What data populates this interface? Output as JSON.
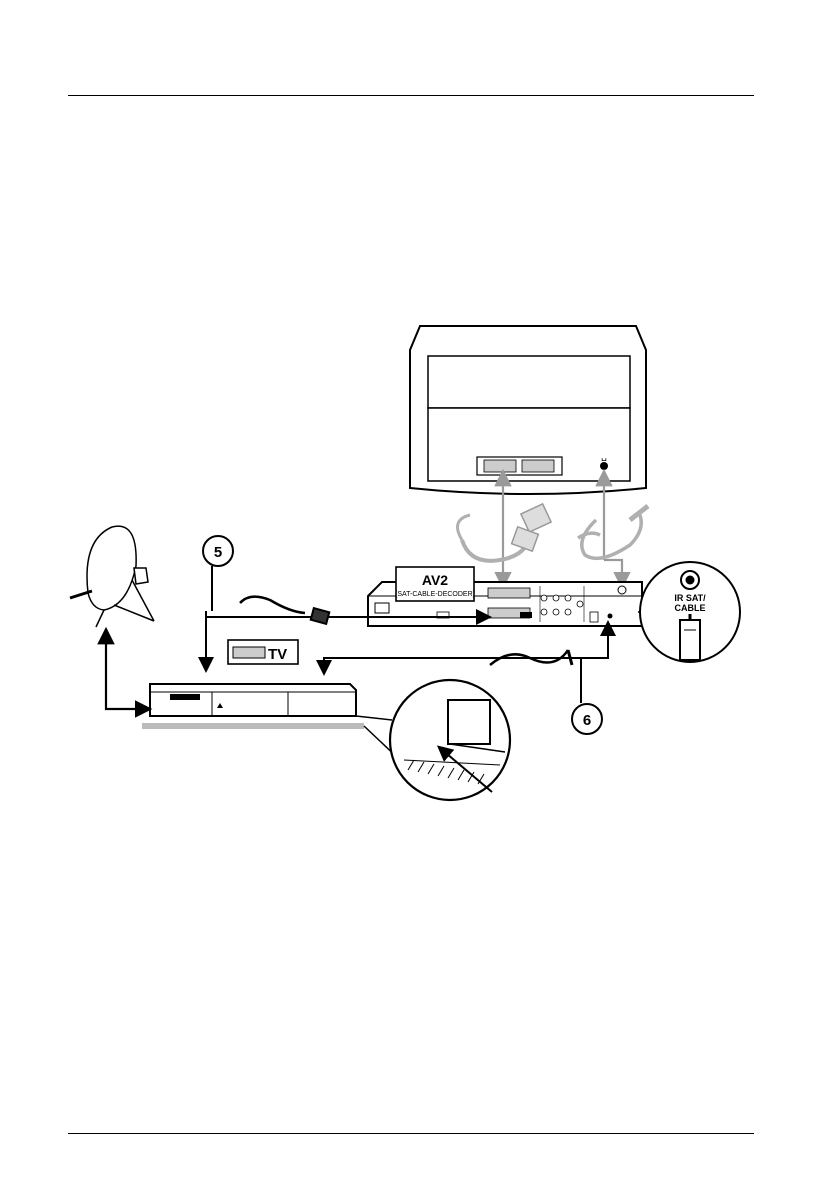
{
  "diagram": {
    "step_labels": {
      "step5": "5",
      "step6": "6"
    },
    "recorder_label": {
      "title": "AV2",
      "subtitle": "(SAT-CABLE-DECODER)"
    },
    "receiver_scart_label": "TV",
    "ir_jack_label": {
      "line1": "IR SAT/",
      "line2": "CABLE"
    },
    "tv_ir_symbol": "␣"
  }
}
